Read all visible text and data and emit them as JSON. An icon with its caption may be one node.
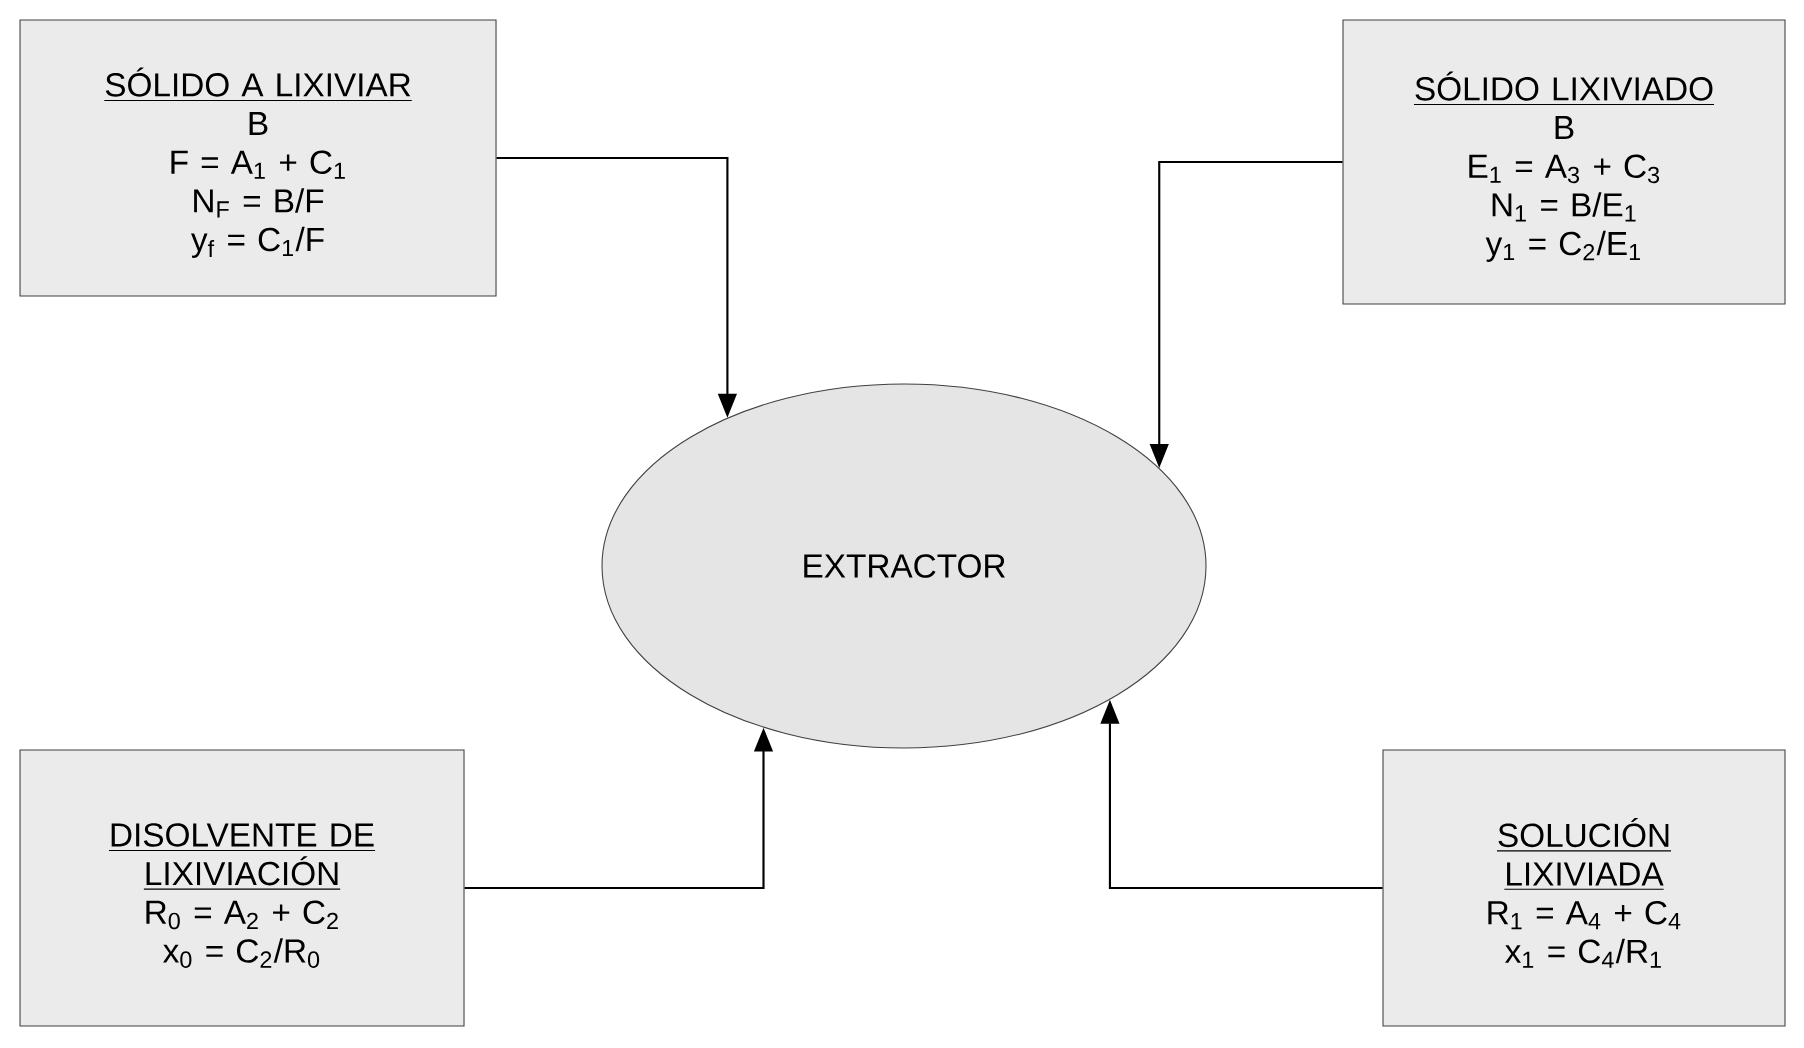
{
  "diagram": {
    "nodes": [
      {
        "text": [
          "SÓLIDO A LIXIVIAR",
          "B",
          "F = A$_{1}$ + C$_{1}$",
          "N$_{F}$ = B/F",
          "y$_{f}$ = C$_{1}$/F"
        ]
      },
      {
        "text": [
          "SÓLIDO LIXIVIADO",
          "B",
          "E$_{1}$ = A$_{3}$ + C$_{3}$",
          "N$_{1}$ = B/E$_{1}$",
          "y$_{1}$ = C$_{2}$/E$_{1}$"
        ]
      },
      {
        "text": [
          "EXTRACTOR"
        ]
      },
      {
        "text": [
          "DISOLVENTE DE LIXIVIACIÓN",
          "R$_{0}$ = A$_{2}$ + C$_{2}$",
          "x$_{0}$ = C$_{2}$/R$_{0}$"
        ]
      },
      {
        "text": [
          "SOLUCIÓN LIXIVIADA",
          "R$_{1}$ = A$_{4}$ + C$_{4}$",
          "x$_{1}$ = C$_{4}$/R$_{1}$"
        ]
      }
    ],
    "edges": [
      {
        "from": 0,
        "to": 2,
        "arrow": "to"
      },
      {
        "from": 1,
        "to": 2,
        "arrow": "to"
      },
      {
        "from": 3,
        "to": 2,
        "arrow": "to"
      },
      {
        "from": 4,
        "to": 2,
        "arrow": "to"
      }
    ]
  }
}
